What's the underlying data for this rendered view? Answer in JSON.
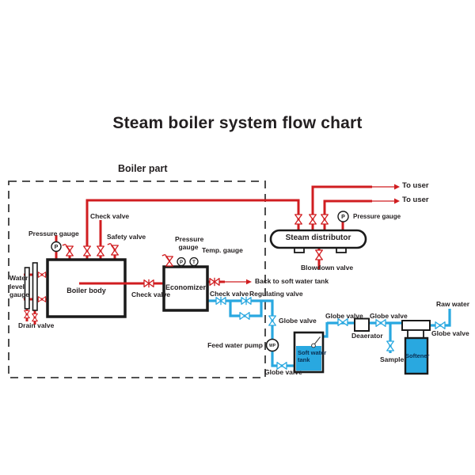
{
  "title": "Steam boiler system flow chart",
  "sections": {
    "boiler_part": "Boiler part"
  },
  "components": {
    "boiler_body": "Boiler body",
    "economizer": "Economizer",
    "steam_distributor": "Steam distributor",
    "deaerator": "Deaerator",
    "softener": "Softener",
    "soft_water_tank_line1": "Soft water",
    "soft_water_tank_line2": "tank"
  },
  "labels": {
    "pressure_gauge": "Pressure gauge",
    "temp_gauge": "Temp. gauge",
    "check_valve": "Check valve",
    "safety_valve": "Safety valve",
    "water_level_gauge": "Water level gauge",
    "drain_valve": "Drain valve",
    "blowdown_valve": "Blowdown valve",
    "to_user": "To user",
    "back_to_soft_water_tank": "Back to soft water tank",
    "regulating_valve": "Regulating valve",
    "globe_valve": "Globe valve",
    "feed_water_pump": "Feed water pump",
    "sampler": "Sampler",
    "raw_water": "Raw water"
  },
  "symbols": {
    "pressure": "P",
    "temperature": "T",
    "pump": "WP"
  },
  "colors": {
    "steam_line": "#d01d20",
    "water_line": "#29a8e0",
    "outline": "#1a1a1a"
  }
}
